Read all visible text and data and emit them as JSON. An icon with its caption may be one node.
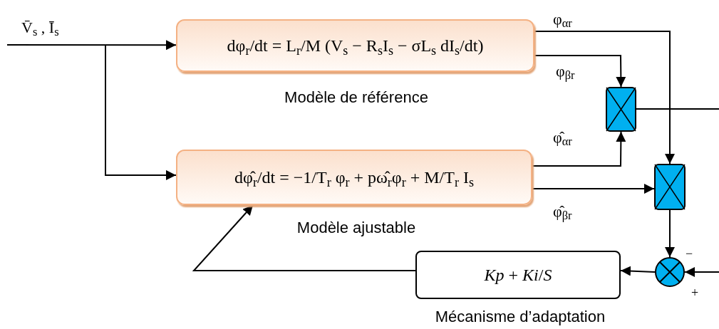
{
  "diagram": {
    "nodes": [
      {
        "text": [
          "dφ$_{r}$/dt = L$_{r}$/M (V$_{s}$ − R$_{s}$I$_{s}$ − σL$_{s}$ dI$_{s}$/dt)"
        ],
        "beside": [
          "Modèle de référence"
        ]
      },
      {
        "text": [
          "dφ̂$_{r}$/dt = −1/T$_{r}$ φ$_{r}$ + pω̂$_{r}$φ$_{r}$ + M/T$_{r}$ I$_{s}$"
        ],
        "beside": [
          "Modèle ajustable"
        ]
      },
      {
        "text": [],
        "shape": "box"
      },
      {
        "text": [],
        "shape": "box"
      },
      {
        "text": [],
        "shape": "circle"
      },
      {
        "text": [
          "*Kp* + *Ki*/*S*"
        ],
        "beside": [
          "Mécanisme d’adaptation"
        ]
      }
    ],
    "edges": [
      {
        "from": null,
        "to": 0,
        "arrow": "to",
        "label": "V̄$_{s}$ , Ī$_{s}$"
      },
      {
        "from": null,
        "to": 1,
        "arrow": "to"
      },
      {
        "from": 0,
        "to": 3,
        "arrow": "to",
        "label": "φ$_{αr}$"
      },
      {
        "from": 0,
        "to": 2,
        "arrow": "to",
        "label": "φ$_{βr}$"
      },
      {
        "from": 1,
        "to": 2,
        "arrow": "to",
        "label": "φ̂$_{αr}$"
      },
      {
        "from": 1,
        "to": 3,
        "arrow": "to",
        "label": "φ̂$_{βr}$"
      },
      {
        "from": 2,
        "to": null,
        "arrow": "none"
      },
      {
        "from": null,
        "to": 4,
        "arrow": "to"
      },
      {
        "from": 3,
        "to": 4,
        "arrow": "to"
      },
      {
        "from": 4,
        "to": 5,
        "arrow": "to"
      },
      {
        "from": 5,
        "to": 1,
        "arrow": "to"
      }
    ],
    "labels": [
      "−",
      "+"
    ]
  }
}
